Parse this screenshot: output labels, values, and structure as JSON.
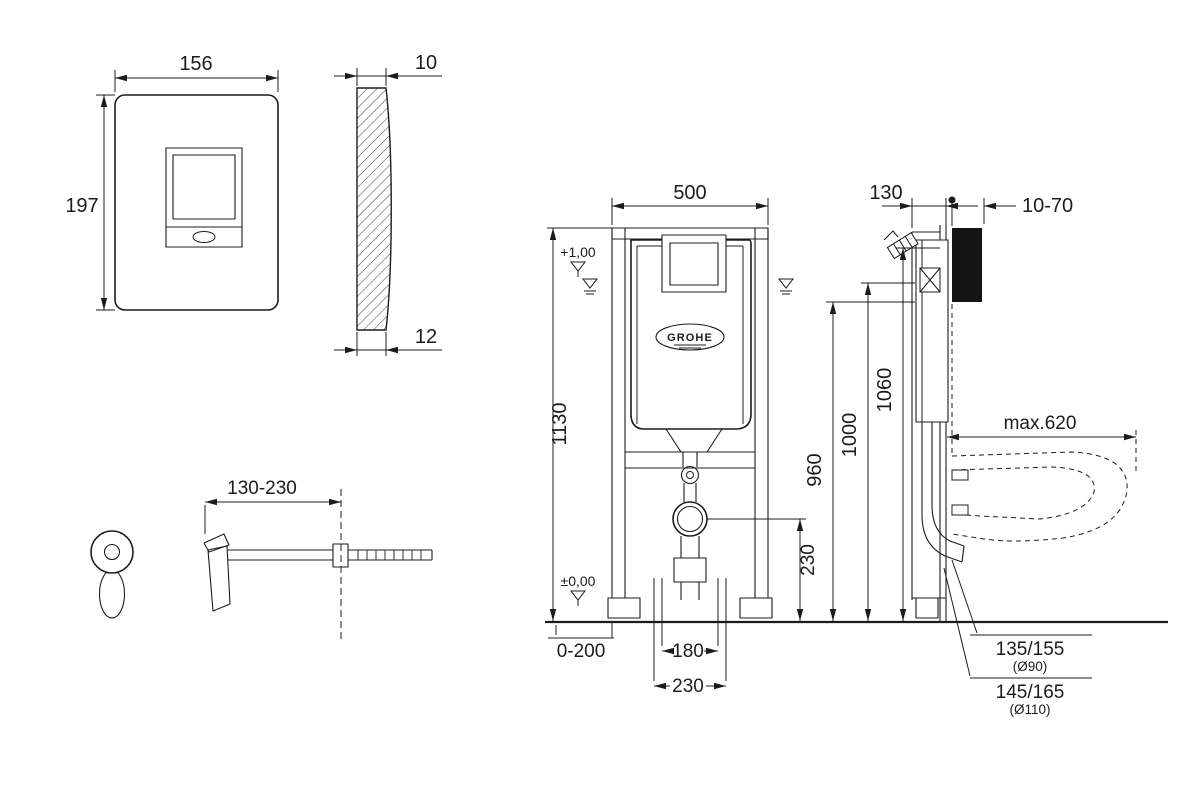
{
  "brand": "GROHE",
  "plate_front": {
    "width": "156",
    "height": "197"
  },
  "plate_side": {
    "thickness_top": "10",
    "thickness_bottom": "12"
  },
  "bracket": {
    "range": "130-230"
  },
  "front_view": {
    "width": "500",
    "height": "1130",
    "level_top": "+1,00",
    "level_floor": "±0,00",
    "foot_adjust": "0-200",
    "drain_spacing": "180",
    "supply_spacing": "230",
    "outlet_height": "230"
  },
  "side_view": {
    "frame_depth": "130",
    "wall_thickness": "10-70",
    "height_960": "960",
    "height_1000": "1000",
    "height_1060": "1060",
    "max_depth": "max.620",
    "outlet_a": "135/155",
    "outlet_a_dia": "(Ø90)",
    "outlet_b": "145/165",
    "outlet_b_dia": "(Ø110)"
  }
}
